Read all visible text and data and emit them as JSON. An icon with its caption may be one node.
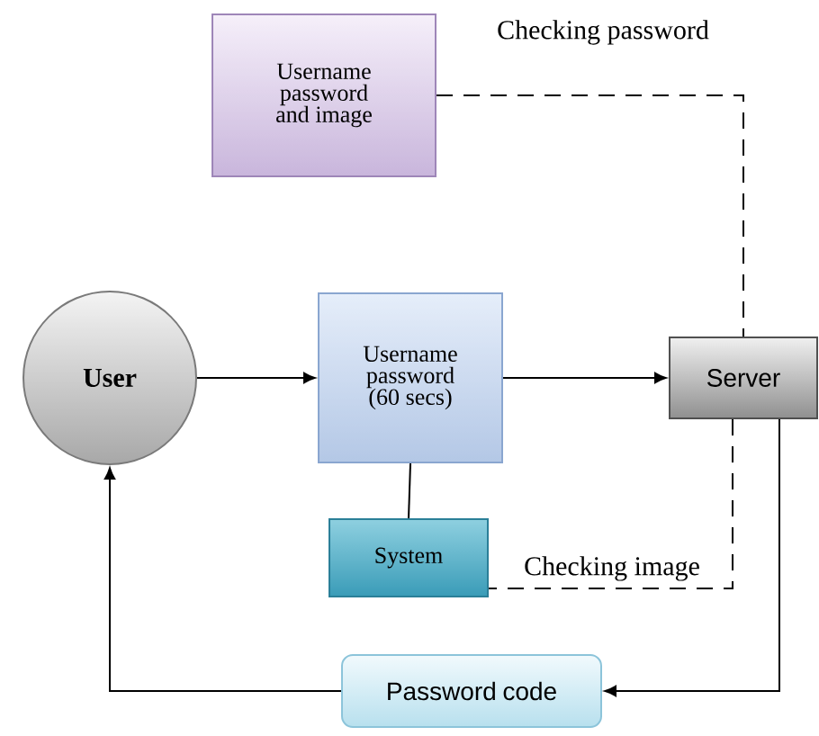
{
  "diagram": {
    "nodes": [
      {
        "text": [
          "Username password and image"
        ]
      },
      {
        "text": [
          "User"
        ]
      },
      {
        "text": [
          "Username password (60 secs)"
        ]
      },
      {
        "text": [
          "Server"
        ]
      },
      {
        "text": [
          "System"
        ]
      },
      {
        "text": [
          "Password code"
        ]
      }
    ],
    "edges": [
      {
        "from": 1,
        "to": 2,
        "arrow": "to"
      },
      {
        "from": 2,
        "to": 3,
        "arrow": "to"
      },
      {
        "from": 0,
        "to": 3,
        "arrow": "none",
        "style": "dashed",
        "label": "Checking password"
      },
      {
        "from": 2,
        "to": 4,
        "arrow": "none"
      },
      {
        "from": 3,
        "to": 4,
        "arrow": "none",
        "style": "dashed",
        "label": "Checking image"
      },
      {
        "from": 3,
        "to": 5,
        "arrow": "to"
      },
      {
        "from": 5,
        "to": 1,
        "arrow": "to"
      }
    ]
  }
}
